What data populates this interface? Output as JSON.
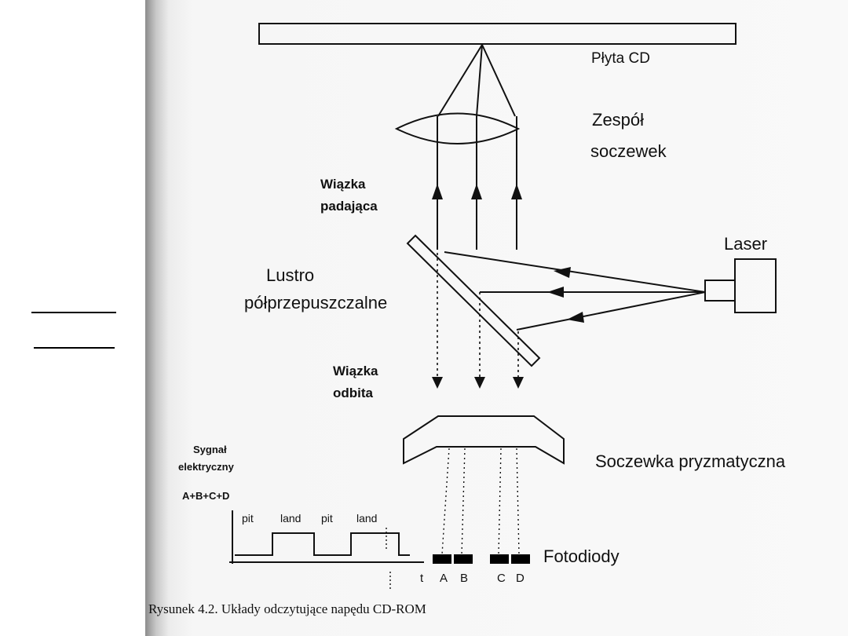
{
  "labels": {
    "plyta_cd": "Płyta CD",
    "zespol": "Zespół",
    "soczewek": "soczewek",
    "wiazka_padajaca_1": "Wiązka",
    "wiazka_padajaca_2": "padająca",
    "laser": "Laser",
    "lustro_1": "Lustro",
    "lustro_2": "półprzepuszczalne",
    "wiazka_odbita_1": "Wiązka",
    "wiazka_odbita_2": "odbita",
    "sygnal_1": "Sygnał",
    "sygnal_2": "elektryczny",
    "suma": "A+B+C+D",
    "pit_1": "pit",
    "land_1": "land",
    "pit_2": "pit",
    "land_2": "land",
    "soczewka_pryzmatyczna": "Soczewka pryzmatyczna",
    "fotodiody": "Fotodiody",
    "t": "t",
    "a": "A",
    "b": "B",
    "c": "C",
    "d": "D"
  },
  "caption": "Rysunek 4.2. Układy odczytujące napędu CD-ROM",
  "colors": {
    "ink": "#111111",
    "page": "#f8f8f8"
  }
}
